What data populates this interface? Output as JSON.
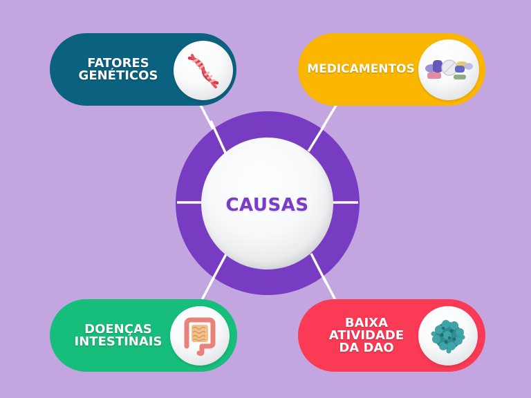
{
  "title": "CAUSAS",
  "colors": {
    "background": "#c3a6e0",
    "ring": "#783cc2",
    "hub_text": "#7a3cc6",
    "connector": "#ffffff"
  },
  "center": {
    "label": "CAUSAS"
  },
  "causes": [
    {
      "position": "top-left",
      "lines": [
        "FATORES",
        "GENÉTICOS"
      ],
      "color": "#0b6180",
      "icon": "dna-icon"
    },
    {
      "position": "top-right",
      "lines": [
        "MEDICAMENTOS"
      ],
      "color": "#fbb700",
      "icon": "pills-icon"
    },
    {
      "position": "bottom-left",
      "lines": [
        "DOENÇAS",
        "INTESTINAIS"
      ],
      "color": "#17bd7b",
      "icon": "intestine-icon"
    },
    {
      "position": "bottom-right",
      "lines": [
        "BAIXA",
        "ATIVIDADE",
        "DA DAO"
      ],
      "color": "#fb3a55",
      "icon": "protein-molecule-icon"
    }
  ]
}
